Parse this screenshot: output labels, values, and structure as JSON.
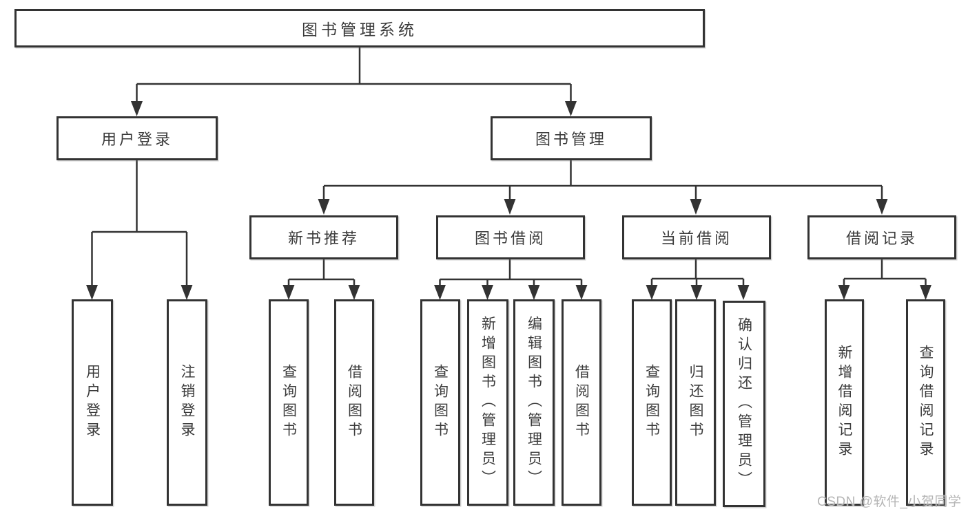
{
  "colors": {
    "line": "#333333",
    "box_border": "#333333",
    "text": "#3b3b3b",
    "background": "#ffffff",
    "watermark": "#b5b5b5"
  },
  "tree": {
    "label": "图书管理系统",
    "children": [
      {
        "label": "用户登录",
        "children": [
          {
            "label": "用户登录"
          },
          {
            "label": "注销登录"
          }
        ]
      },
      {
        "label": "图书管理",
        "children": [
          {
            "label": "新书推荐",
            "children": [
              {
                "label": "查询图书"
              },
              {
                "label": "借阅图书"
              }
            ]
          },
          {
            "label": "图书借阅",
            "children": [
              {
                "label": "查询图书"
              },
              {
                "label": "新增图书（管理员）"
              },
              {
                "label": "编辑图书（管理员）"
              },
              {
                "label": "借阅图书"
              }
            ]
          },
          {
            "label": "当前借阅",
            "children": [
              {
                "label": "查询图书"
              },
              {
                "label": "归还图书"
              },
              {
                "label": "确认归还（管理员）"
              }
            ]
          },
          {
            "label": "借阅记录",
            "children": [
              {
                "label": "新增借阅记录"
              },
              {
                "label": "查询借阅记录"
              }
            ]
          }
        ]
      }
    ]
  },
  "watermark": {
    "text": "CSDN @软件_小贺同学"
  }
}
